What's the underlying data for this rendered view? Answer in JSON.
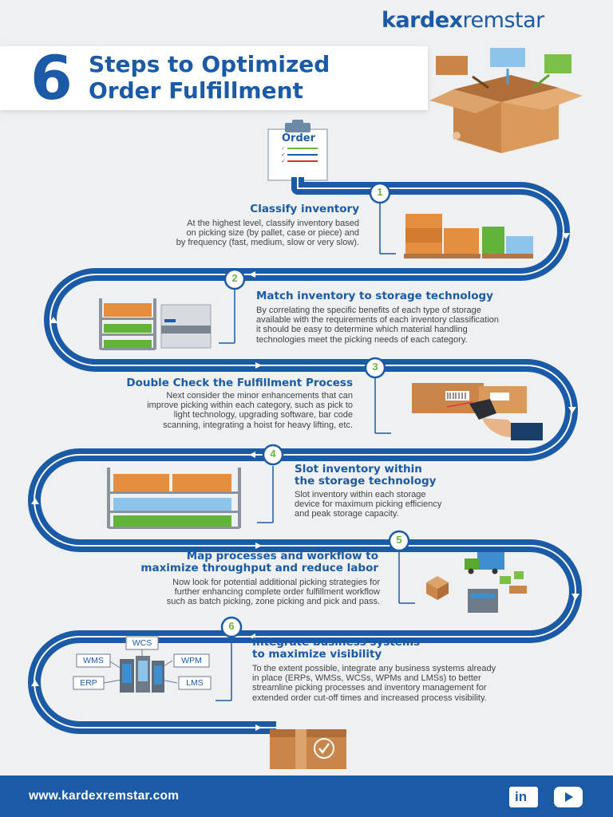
{
  "brand": {
    "part1": "kardex",
    "part2": "remstar"
  },
  "title": {
    "number": "6",
    "line1": "Steps to Optimized",
    "line2": "Order Fulfillment"
  },
  "clipboard_label": "Order",
  "steps": [
    {
      "number": "1",
      "title": "Classify inventory",
      "body": [
        "At the highest level, classify inventory based",
        "on picking size (by pallet, case or piece) and",
        "by frequency (fast, medium, slow or very slow)."
      ]
    },
    {
      "number": "2",
      "title": "Match inventory to storage technology",
      "body": [
        "By correlating the specific benefits of each type of storage",
        "available with the requirements of each inventory classification",
        "it should be easy to determine which material handling",
        "technologies meet the picking needs of each category."
      ]
    },
    {
      "number": "3",
      "title": "Double Check the Fulfillment Process",
      "body": [
        "Next consider the minor enhancements that can",
        "improve picking within each category, such as pick to",
        "light technology, upgrading software, bar code",
        "scanning, integrating a hoist for heavy lifting, etc."
      ]
    },
    {
      "number": "4",
      "title_lines": [
        "Slot inventory within",
        "the storage technology"
      ],
      "body": [
        "Slot inventory within each storage",
        "device for maximum picking efficiency",
        "and peak storage capacity."
      ]
    },
    {
      "number": "5",
      "title_lines": [
        "Map processes and workflow to",
        "maximize throughput and reduce labor"
      ],
      "body": [
        "Now look for potential additional picking strategies for",
        "further enhancing complete order fulfillment workflow",
        "such as batch picking, zone picking and pick and pass."
      ]
    },
    {
      "number": "6",
      "title_lines": [
        "Integrate business systems",
        "to maximize visibility"
      ],
      "body": [
        "To the extent possible, integrate any business systems already",
        "in place (ERPs, WMSs, WCSs, WPMs and LMSs) to better",
        "streamline picking processes and inventory management for",
        "extended order cut-off times and increased process visibility."
      ]
    }
  ],
  "systems": {
    "wcs": "WCS",
    "wms": "WMS",
    "wpm": "WPM",
    "erp": "ERP",
    "lms": "LMS"
  },
  "footer": {
    "url": "www.kardexremstar.com",
    "linkedin": "in"
  },
  "colors": {
    "brand_blue": "#1a5aa6",
    "step_green": "#6db33f",
    "box_brown": "#c9854a"
  },
  "icons": [
    "linkedin-icon",
    "youtube-icon",
    "clipboard-icon",
    "box-icon",
    "barcode-scanner-icon",
    "truck-icon",
    "server-icon"
  ]
}
